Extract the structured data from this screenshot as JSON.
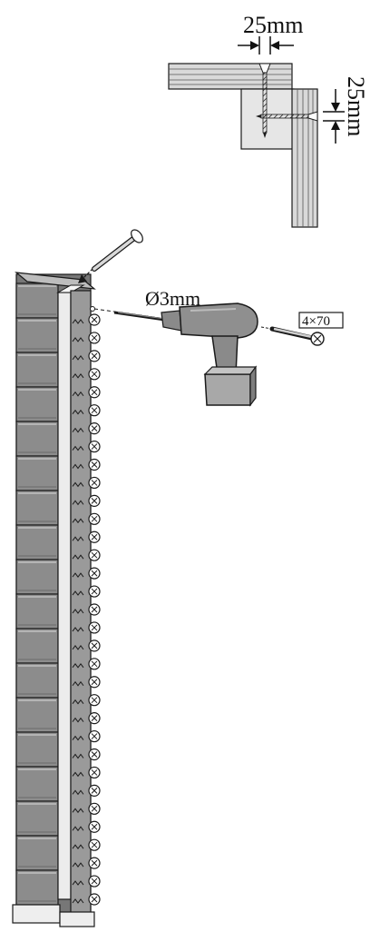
{
  "dimensions": {
    "horizontal": "25mm",
    "vertical": "25mm"
  },
  "drill": {
    "bit_diameter": "Ø3mm"
  },
  "screw": {
    "size": "4×70"
  },
  "panel": {
    "slat_count": 18,
    "screw_count": 33
  },
  "colors": {
    "slat_fill": "#8c8c8c",
    "slat_highlight": "#b4b4b4",
    "post_fill": "#ececec",
    "outline": "#1a1a1a",
    "background": "#ffffff"
  }
}
